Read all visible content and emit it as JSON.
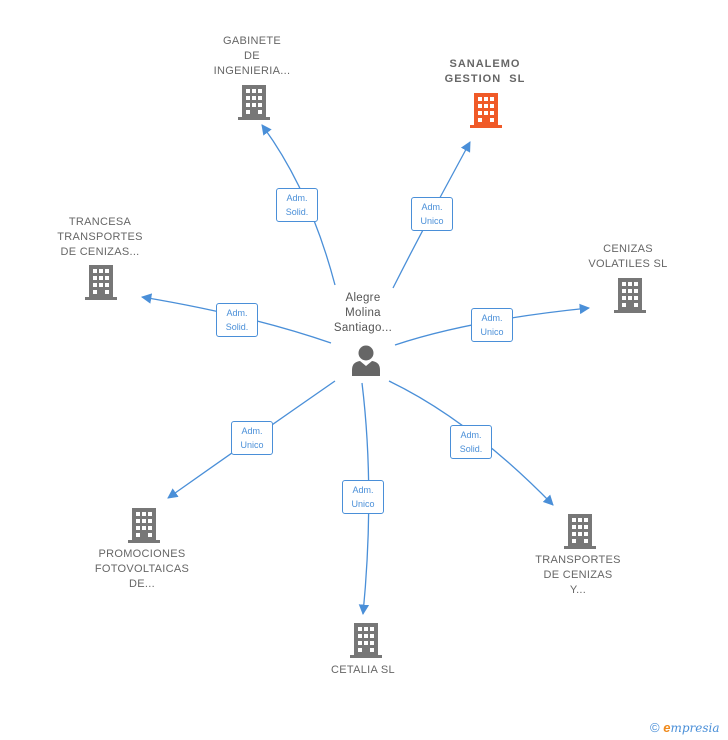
{
  "center": {
    "name_lines": [
      "Alegre",
      "Molina",
      "Santiago..."
    ]
  },
  "nodes": [
    {
      "id": "gabinete",
      "lines": [
        "GABINETE",
        "DE",
        "INGENIERIA..."
      ],
      "highlight": false
    },
    {
      "id": "sanalemo",
      "lines": [
        "SANALEMO",
        "GESTION  SL"
      ],
      "highlight": true
    },
    {
      "id": "trancesa",
      "lines": [
        "TRANCESA",
        "TRANSPORTES",
        "DE CENIZAS..."
      ],
      "highlight": false
    },
    {
      "id": "cenizas-volatiles",
      "lines": [
        "CENIZAS",
        "VOLATILES SL"
      ],
      "highlight": false
    },
    {
      "id": "promociones",
      "lines": [
        "PROMOCIONES",
        "FOTOVOLTAICAS",
        "DE..."
      ],
      "highlight": false
    },
    {
      "id": "transportes-cenizas",
      "lines": [
        "TRANSPORTES",
        "DE CENIZAS",
        "Y..."
      ],
      "highlight": false
    },
    {
      "id": "cetalia",
      "lines": [
        "CETALIA SL"
      ],
      "highlight": false
    }
  ],
  "relations": [
    {
      "to": "gabinete",
      "lines": [
        "Adm.",
        "Solid."
      ]
    },
    {
      "to": "sanalemo",
      "lines": [
        "Adm.",
        "Unico"
      ]
    },
    {
      "to": "trancesa",
      "lines": [
        "Adm.",
        "Solid."
      ]
    },
    {
      "to": "cenizas-volatiles",
      "lines": [
        "Adm.",
        "Unico"
      ]
    },
    {
      "to": "promociones",
      "lines": [
        "Adm.",
        "Unico"
      ]
    },
    {
      "to": "transportes-cenizas",
      "lines": [
        "Adm.",
        "Solid."
      ]
    },
    {
      "to": "cetalia",
      "lines": [
        "Adm.",
        "Unico"
      ]
    }
  ],
  "colors": {
    "edge": "#4a8fd8",
    "building": "#777777",
    "highlight": "#f05a28",
    "person": "#666666"
  },
  "footer": {
    "copyright": "©",
    "brand_initial": "e",
    "brand_rest": "mpresia"
  }
}
